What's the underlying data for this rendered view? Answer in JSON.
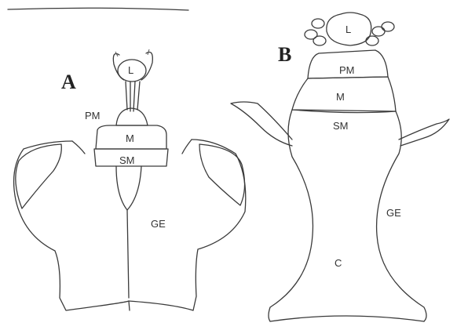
{
  "panels": {
    "a": {
      "letter": "A",
      "labels": {
        "l": "L",
        "pm": "PM",
        "m": "M",
        "sm": "SM",
        "ge": "GE"
      }
    },
    "b": {
      "letter": "B",
      "labels": {
        "l": "L",
        "pm": "PM",
        "m": "M",
        "sm": "SM",
        "ge": "GE",
        "c": "C"
      }
    }
  },
  "colors": {
    "ink": "#3a3a3a",
    "stipple": "#8a8a8a",
    "background": "#ffffff"
  }
}
